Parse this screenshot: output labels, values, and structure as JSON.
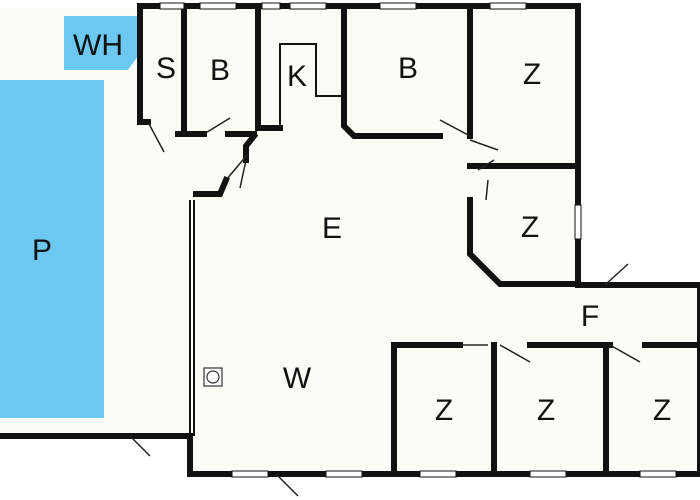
{
  "colors": {
    "floor": "#fbfcf6",
    "pool": "#6cc8f0",
    "wall": "#111111",
    "background": "#ffffff"
  },
  "rooms": [
    {
      "id": "wh",
      "label": "WH"
    },
    {
      "id": "pool",
      "label": "P"
    },
    {
      "id": "s",
      "label": "S"
    },
    {
      "id": "b1",
      "label": "B"
    },
    {
      "id": "k",
      "label": "K"
    },
    {
      "id": "b2",
      "label": "B"
    },
    {
      "id": "z1",
      "label": "Z"
    },
    {
      "id": "e",
      "label": "E"
    },
    {
      "id": "z2",
      "label": "Z"
    },
    {
      "id": "f",
      "label": "F"
    },
    {
      "id": "w",
      "label": "W"
    },
    {
      "id": "z3",
      "label": "Z"
    },
    {
      "id": "z4",
      "label": "Z"
    },
    {
      "id": "z5",
      "label": "Z"
    }
  ],
  "icons": {
    "stove": "stove-icon"
  }
}
